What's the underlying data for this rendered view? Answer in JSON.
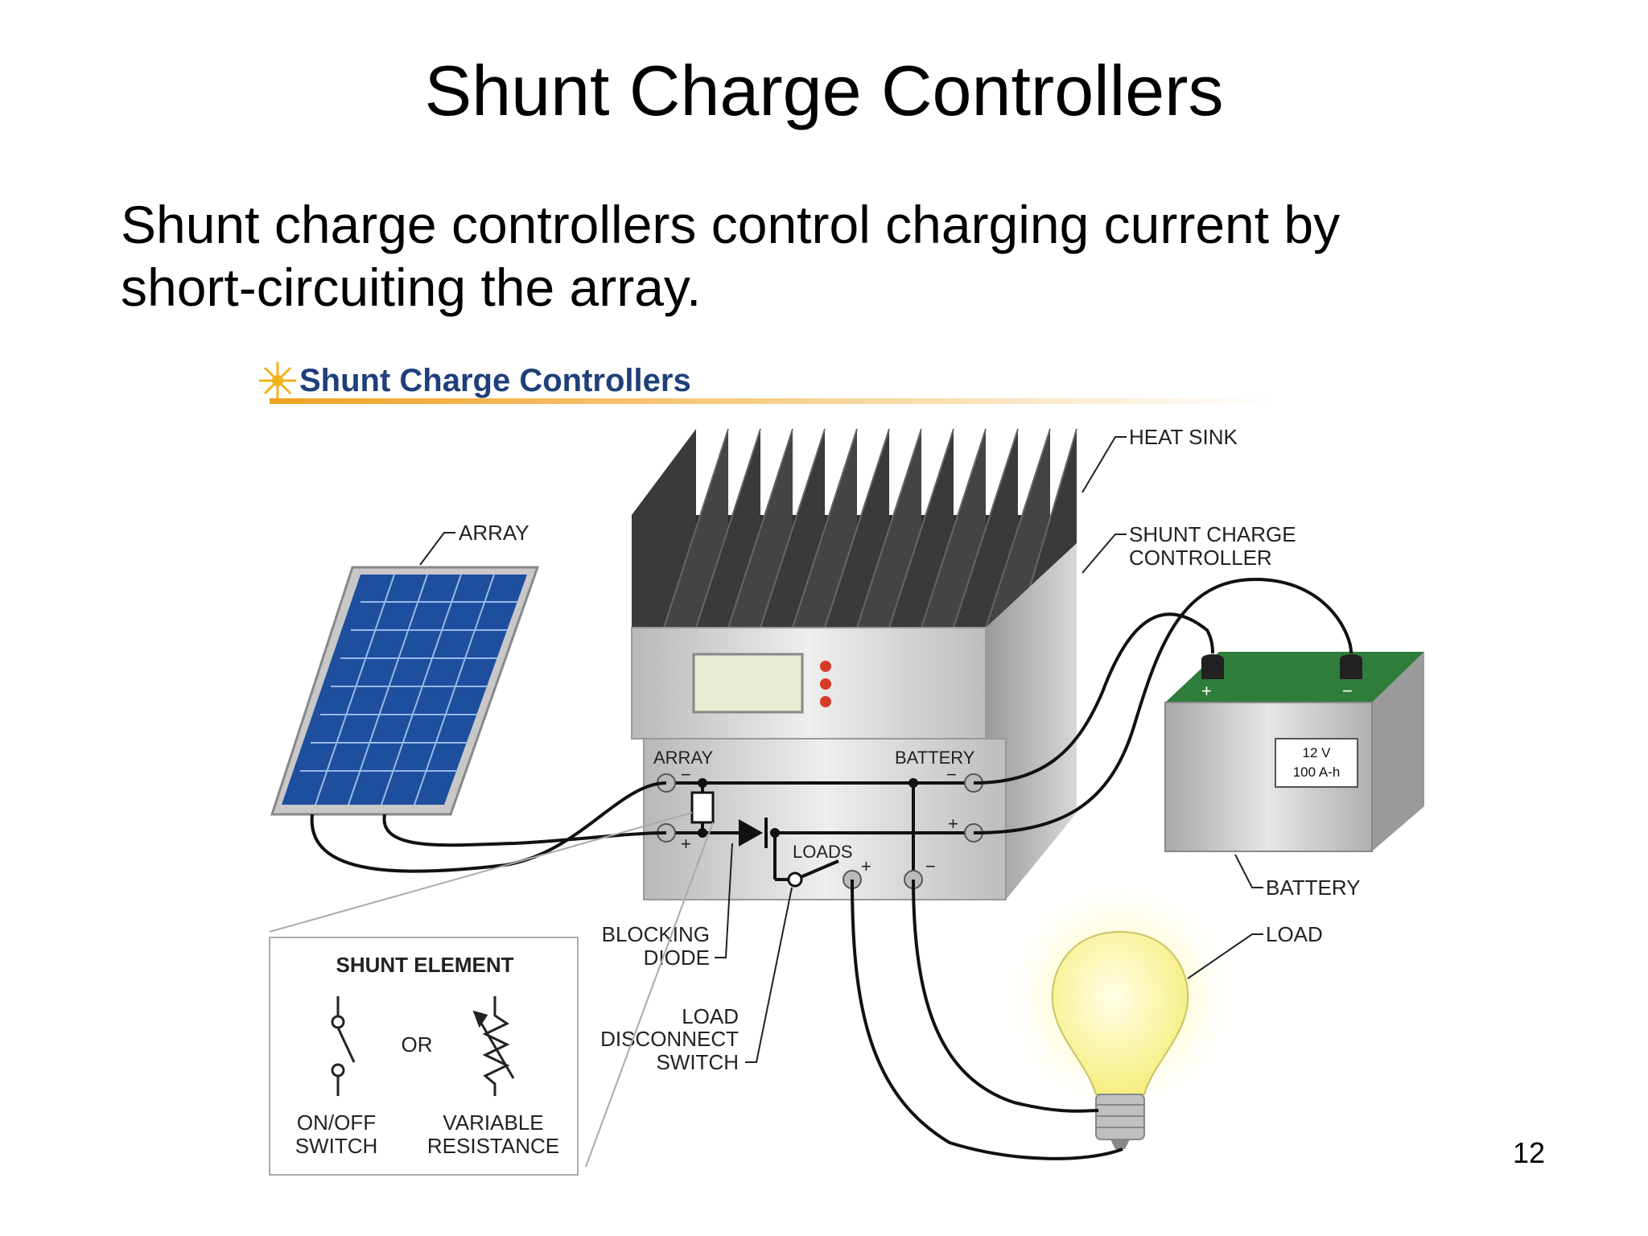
{
  "slide": {
    "title": "Shunt Charge Controllers",
    "body": "Shunt charge controllers control charging current by short-circuiting the array.",
    "page_number": "12"
  },
  "figure": {
    "title": "Shunt Charge Controllers",
    "labels": {
      "heat_sink": "HEAT SINK",
      "controller_line1": "SHUNT CHARGE",
      "controller_line2": "CONTROLLER",
      "array": "ARRAY",
      "battery": "BATTERY",
      "load": "LOAD",
      "terminal_array": "ARRAY",
      "terminal_battery": "BATTERY",
      "terminal_loads": "LOADS",
      "blocking_diode_line1": "BLOCKING",
      "blocking_diode_line2": "DIODE",
      "load_switch_line1": "LOAD",
      "load_switch_line2": "DISCONNECT",
      "load_switch_line3": "SWITCH",
      "battery_voltage": "12 V",
      "battery_capacity": "100 A-h",
      "plus": "+",
      "minus": "−"
    },
    "inset": {
      "title": "SHUNT ELEMENT",
      "or": "OR",
      "switch_line1": "ON/OFF",
      "switch_line2": "SWITCH",
      "resistance_line1": "VARIABLE",
      "resistance_line2": "RESISTANCE"
    },
    "colors": {
      "title_blue": "#1f3f7a",
      "panel_blue": "#2a5fb8",
      "battery_green": "#2f7d3a",
      "heatsink": "#3a3a3a",
      "bulb_yellow": "#fff59a"
    }
  }
}
